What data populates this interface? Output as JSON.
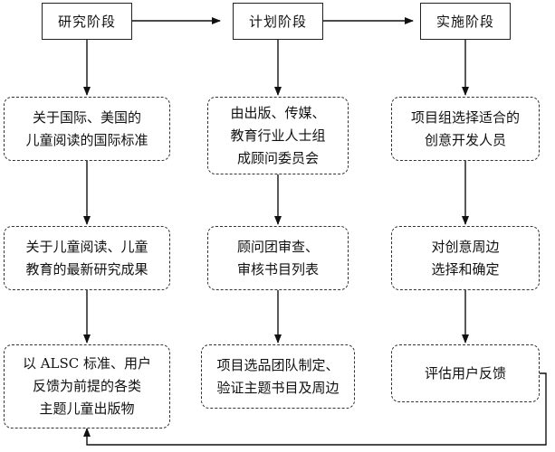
{
  "stages": [
    {
      "id": "research",
      "title": "研究阶段",
      "steps": [
        {
          "lines": [
            "关于国际、美国的",
            "儿童阅读的国际标准"
          ]
        },
        {
          "lines": [
            "关于儿童阅读、儿童",
            "教育的最新研究成果"
          ]
        },
        {
          "lines": [
            "以 ALSC 标准、用户",
            "反馈为前提的各类",
            "主题儿童出版物"
          ]
        }
      ]
    },
    {
      "id": "planning",
      "title": "计划阶段",
      "steps": [
        {
          "lines": [
            "由出版、传媒、",
            "教育行业人士组",
            "成顾问委员会"
          ]
        },
        {
          "lines": [
            "顾问团审查、",
            "审核书目列表"
          ]
        },
        {
          "lines": [
            "项目选品团队制定、",
            "验证主题书目及周边"
          ]
        }
      ]
    },
    {
      "id": "implementation",
      "title": "实施阶段",
      "steps": [
        {
          "lines": [
            "项目组选择适合的",
            "创意开发人员"
          ]
        },
        {
          "lines": [
            "对创意周边",
            "选择和确定"
          ]
        },
        {
          "lines": [
            "评估用户反馈"
          ]
        }
      ]
    }
  ]
}
